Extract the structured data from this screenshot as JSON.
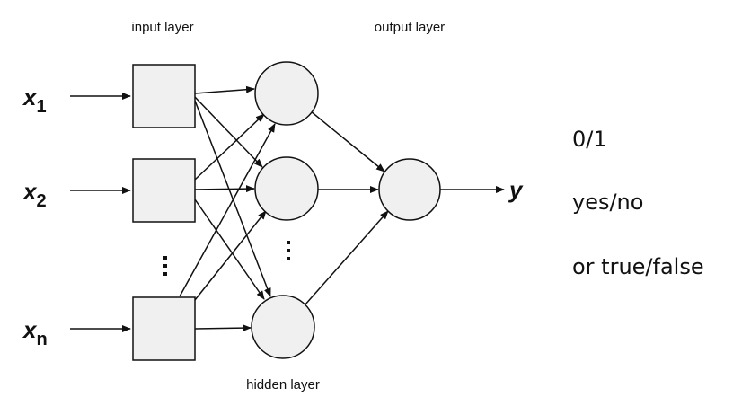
{
  "labels": {
    "input_layer": "input layer",
    "output_layer": "output layer",
    "hidden_layer": "hidden layer"
  },
  "inputs": [
    {
      "base": "x",
      "sub": "1"
    },
    {
      "base": "x",
      "sub": "2"
    },
    {
      "base": "x",
      "sub": "n"
    }
  ],
  "output": {
    "label": "y"
  },
  "output_values": [
    "0/1",
    "yes/no",
    "or true/false"
  ],
  "colors": {
    "node_fill": "#f0f0f0",
    "stroke": "#111111",
    "background": "#ffffff"
  }
}
